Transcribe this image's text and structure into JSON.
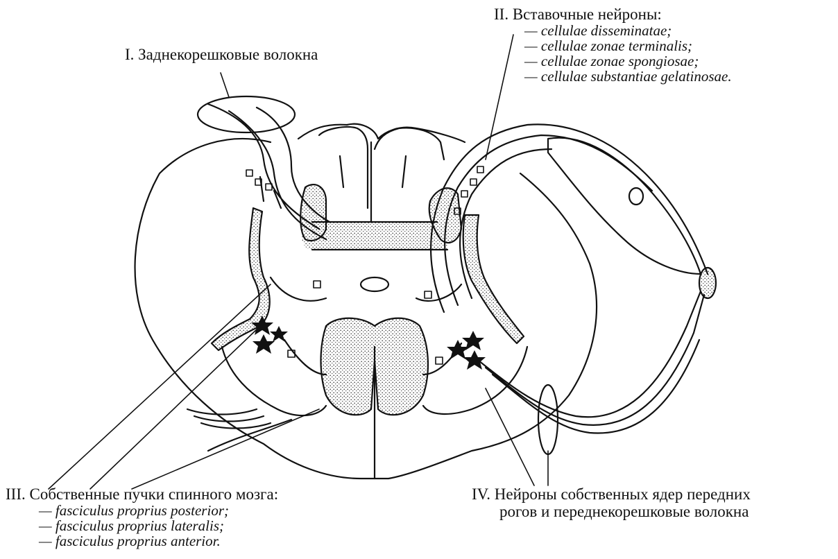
{
  "labels": {
    "group1": {
      "title": "I. Заднекорешковые волокна"
    },
    "group2": {
      "title": "II. Вставочные нейроны:",
      "items": [
        "— cellulae disseminatae;",
        "— cellulae zonae terminalis;",
        "— cellulae zonae spongiosae;",
        "— cellulae substantiae gelatinosae."
      ]
    },
    "group3": {
      "title": "III. Собственные пучки спинного мозга:",
      "items": [
        "— fasciculus proprius posterior;",
        "— fasciculus proprius lateralis;",
        "— fasciculus proprius anterior."
      ]
    },
    "group4": {
      "line1": "IV. Нейроны собственных ядер передних",
      "line2": "рогов и переднекорешковые волокна"
    }
  },
  "style": {
    "ink": "#111111",
    "stipple": "#444444",
    "background": "#ffffff"
  }
}
